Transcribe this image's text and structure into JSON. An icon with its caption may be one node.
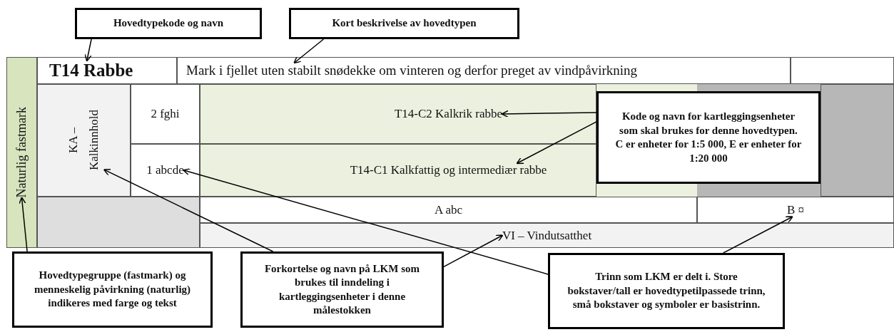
{
  "diagram": {
    "nodes": [
      {
        "text": [
          "Hovedtypekode og navn"
        ]
      },
      {
        "text": [
          "Kort beskrivelse av hovedtypen"
        ]
      },
      {
        "text": [
          "Naturlig fastmark"
        ]
      },
      {
        "text": [
          "T14 Rabbe"
        ]
      },
      {
        "text": [
          "Mark i fjellet uten stabilt snødekke om vinteren og derfor preget av vindpåvirkning"
        ]
      },
      {
        "text": [
          "KA – Kalkinnhold"
        ]
      },
      {
        "text": [
          "2 fghi"
        ]
      },
      {
        "text": [
          "T14-C2 Kalkrik rabbe"
        ]
      },
      {
        "text": [
          "Kode og navn for kartleggingsenheter som skal brukes for denne hovedtypen. C er enheter for 1:5 000, E er enheter for 1:20 000"
        ]
      },
      {
        "text": [
          "1 abcde"
        ]
      },
      {
        "text": [
          "T14-C1 Kalkfattig og intermediær rabbe"
        ]
      },
      {
        "text": [
          "A abc"
        ]
      },
      {
        "text": [
          "B ¤"
        ]
      },
      {
        "text": [
          "VI – Vindutsatthet"
        ]
      },
      {
        "text": [
          "Hovedtypegruppe (fastmark) og menneskelig påvirkning (naturlig) indikeres med farge og tekst"
        ]
      },
      {
        "text": [
          "Forkortelse og navn på LKM som brukes til inndeling i kartleggingsenheter i denne målestokken"
        ]
      },
      {
        "text": [
          "Trinn som LKM er delt i. Store bokstaver/tall er hovedtypetilpassede trinn, små bokstaver og symboler er basistrinn."
        ]
      }
    ],
    "edges": [
      {
        "from": 0,
        "to": 3,
        "arrow": "to"
      },
      {
        "from": 1,
        "to": 4,
        "arrow": "to"
      },
      {
        "from": 8,
        "to": 7,
        "arrow": "to"
      },
      {
        "from": 8,
        "to": 10,
        "arrow": "to"
      },
      {
        "from": 14,
        "to": 2,
        "arrow": "to"
      },
      {
        "from": 15,
        "to": 5,
        "arrow": "to"
      },
      {
        "from": 15,
        "to": 13,
        "arrow": "to"
      },
      {
        "from": 16,
        "to": 9,
        "arrow": "to"
      },
      {
        "from": 16,
        "to": 12,
        "arrow": "to"
      }
    ]
  }
}
